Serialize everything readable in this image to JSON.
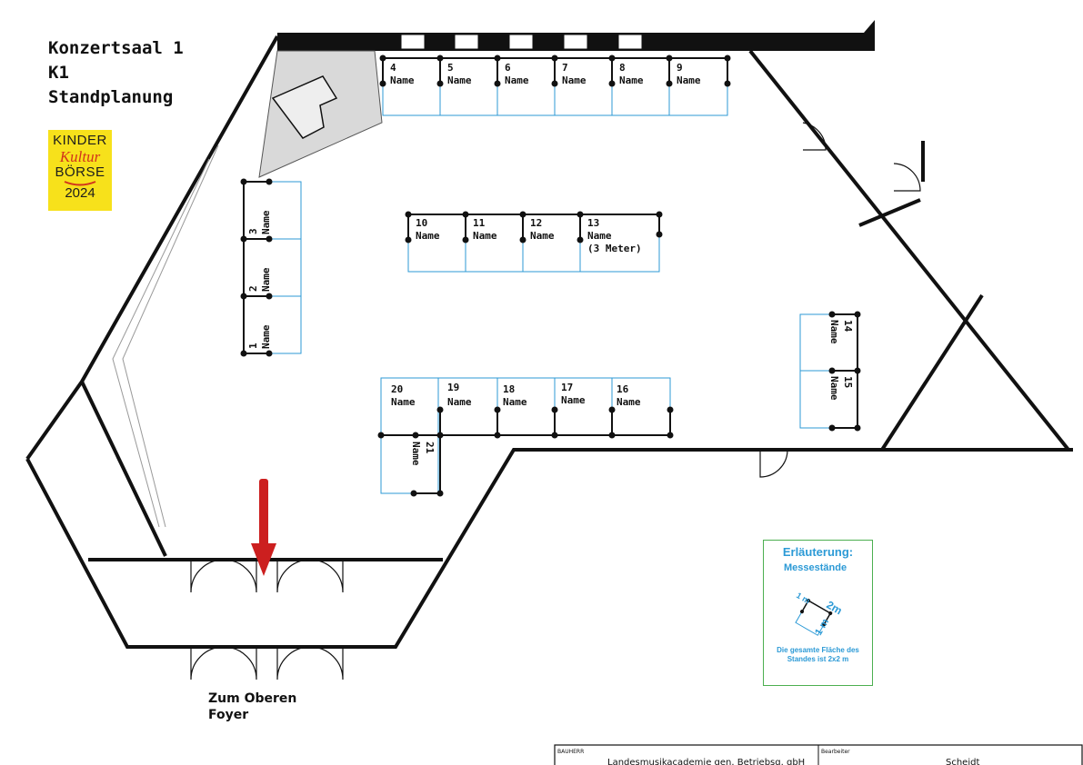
{
  "header": {
    "line1": "Konzertsaal 1",
    "line2": "K1",
    "line3": "Standplanung"
  },
  "logo": {
    "line1": "KINDER",
    "line2": "Kultur",
    "line3": "BÖRSE",
    "year": "2024"
  },
  "stands": [
    {
      "number": "4",
      "label": "Name"
    },
    {
      "number": "5",
      "label": "Name"
    },
    {
      "number": "6",
      "label": "Name"
    },
    {
      "number": "7",
      "label": "Name"
    },
    {
      "number": "8",
      "label": "Name"
    },
    {
      "number": "9",
      "label": "Name"
    },
    {
      "number": "10",
      "label": "Name"
    },
    {
      "number": "11",
      "label": "Name"
    },
    {
      "number": "12",
      "label": "Name"
    },
    {
      "number": "13",
      "label": "Name",
      "note": "(3 Meter)"
    },
    {
      "number": "3",
      "label": "Name"
    },
    {
      "number": "2",
      "label": "Name"
    },
    {
      "number": "1",
      "label": "Name"
    },
    {
      "number": "14",
      "label": "Name"
    },
    {
      "number": "15",
      "label": "Name"
    },
    {
      "number": "20",
      "label": "Name"
    },
    {
      "number": "19",
      "label": "Name"
    },
    {
      "number": "18",
      "label": "Name"
    },
    {
      "number": "17",
      "label": "Name"
    },
    {
      "number": "16",
      "label": "Name"
    },
    {
      "number": "21",
      "label": "Name"
    }
  ],
  "entrance": {
    "label_line1": "Zum Oberen",
    "label_line2": "Foyer"
  },
  "legend": {
    "title": "Erläuterung:",
    "subtitle": "Messestände",
    "dim_top": "2m",
    "dim_side": "1 m",
    "dim_bottom": "1 m",
    "note": "Die gesamte Fläche des Standes ist 2x2 m"
  },
  "title_block": {
    "field1_label": "BAUHERR",
    "field1_value": "Landesmusikacademie gen. Betriebsg. gbH",
    "field2_label": "Bearbeiter",
    "field2_value": "Scheidt"
  },
  "colors": {
    "walls": "#111111",
    "stand_outline": "#2c9ad6",
    "legend_border": "#4caf50",
    "arrow": "#cc1f1f",
    "logo_bg": "#f7e11b",
    "stage": "#d9d9d9"
  }
}
